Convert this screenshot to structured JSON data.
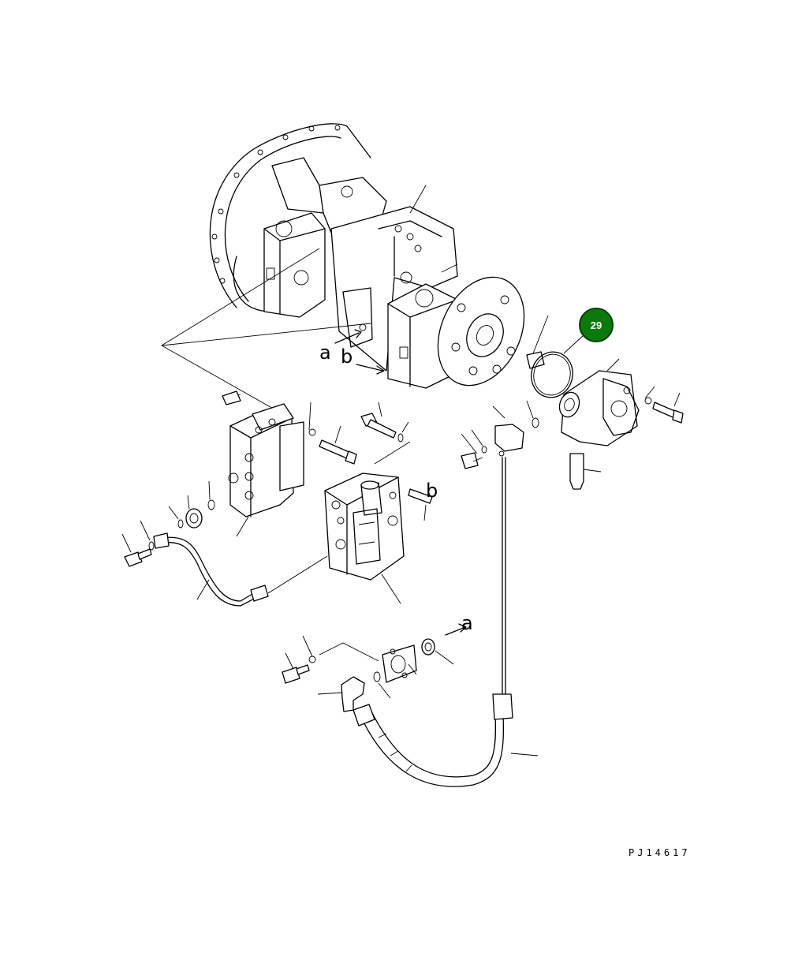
{
  "diagram": {
    "callouts": [
      {
        "id": "part-29",
        "label": "29",
        "color": "#0a7a0a",
        "text_color": "#ffffff"
      }
    ],
    "reference_letters": {
      "a_top": "a",
      "b_top": "b",
      "b_valve": "b",
      "a_bottom": "a"
    },
    "drawing_code": "PJ14617"
  }
}
